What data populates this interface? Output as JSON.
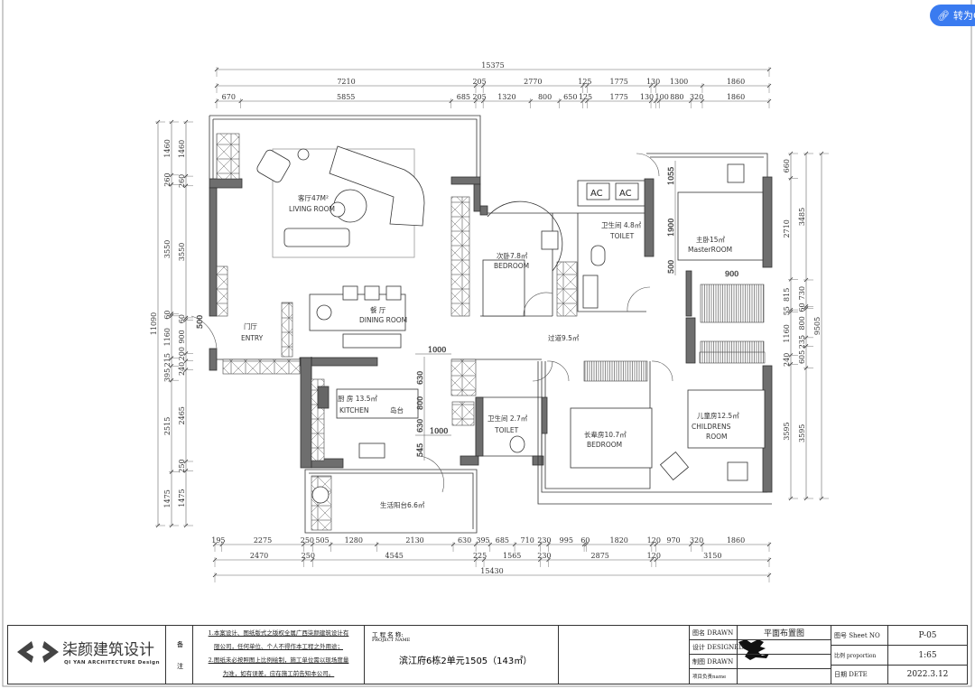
{
  "floating_button": {
    "label": "转为C",
    "icon": "link-icon",
    "color": "#3a7bf0"
  },
  "colors": {
    "wall": "#6e6e6e",
    "line": "#333333",
    "dim": "#555555"
  },
  "dims": {
    "top": [
      {
        "values": [
          "15375"
        ]
      },
      {
        "values": [
          "7210",
          "205",
          "2770",
          "125",
          "1775",
          "130",
          "1300",
          "1860"
        ]
      },
      {
        "values": [
          "670",
          "5855",
          "685",
          "205",
          "1320",
          "800",
          "650",
          "125",
          "1775",
          "130",
          "100",
          "880",
          "320",
          "1860"
        ]
      }
    ],
    "bottom": [
      {
        "values": [
          "195",
          "2275",
          "250",
          "505",
          "1280",
          "2130",
          "630",
          "395",
          "685",
          "710",
          "230",
          "995",
          "60",
          "1820",
          "120",
          "970",
          "320",
          "1860"
        ]
      },
      {
        "values": [
          "2470",
          "250",
          "4545",
          "225",
          "1565",
          "230",
          "2875",
          "120",
          "3150"
        ]
      },
      {
        "values": [
          "15430"
        ]
      }
    ],
    "left": [
      {
        "values": [
          "11090"
        ]
      },
      {
        "values": [
          "1460",
          "260",
          "3550",
          "60",
          "1160",
          "215",
          "395",
          "2515",
          "1475"
        ]
      },
      {
        "values": [
          "1460",
          "260",
          "3550",
          "60",
          "900",
          "200",
          "240",
          "2465",
          "250",
          "1475"
        ]
      }
    ],
    "right": [
      {
        "values": [
          "660",
          "2710",
          "815",
          "55",
          "1160",
          "240",
          "3595"
        ]
      },
      {
        "values": [
          "3485",
          "730",
          "60",
          "800",
          "235",
          "605",
          "3595"
        ]
      },
      {
        "values": [
          "9505"
        ]
      }
    ],
    "inner": {
      "k_w1": "1000",
      "k_a": "630",
      "k_b": "800",
      "k_c": "630",
      "k_w2": "1000",
      "k_d": "545",
      "m_a": "1055",
      "m_b": "1900",
      "m_c": "500",
      "m_d": "900",
      "entry_a": "500"
    }
  },
  "rooms": {
    "living": {
      "cn": "客厅47M²",
      "en": "LIVING ROOM"
    },
    "dining": {
      "cn": "餐 厅",
      "en": "DINING ROOM"
    },
    "entry": {
      "cn": "门厅",
      "en": "ENTRY"
    },
    "kitchen": {
      "cn": "厨 房 13.5㎡",
      "en": "KITCHEN"
    },
    "island": {
      "cn": "岛台"
    },
    "bedroom2": {
      "cn": "次卧7.8㎡",
      "en": "BEDROOM"
    },
    "toilet1": {
      "cn": "卫生间 4.8㎡",
      "en": "TOILET"
    },
    "master": {
      "cn": "主卧15㎡",
      "en": "MasterROOM"
    },
    "corridor": {
      "cn": "过道9.5㎡"
    },
    "toilet2": {
      "cn": "卫生间 2.7㎡",
      "en": "TOILET"
    },
    "elder": {
      "cn": "长辈房10.7㎡",
      "en": "BEDROOM"
    },
    "children": {
      "cn": "儿童房12.5㎡",
      "en": "CHILDRENS",
      "en2": "ROOM"
    },
    "balcony": {
      "cn": "生活阳台6.6㎡"
    },
    "ac1": "AC",
    "ac2": "AC"
  },
  "title_block": {
    "logo_cn": "柒颜建筑设计",
    "logo_en": "QI YAN ARCHITECTURE Design",
    "remarks_label_1": "备",
    "remarks_label_2": "注",
    "notes": [
      "1.本案设计、图纸版式之版权全属广西柒颜建筑设计有",
      "限公司，任何单位、个人不得作本工程之外用途；",
      "2.图纸未必按照图上比例绘制，施工单位需以现场度量",
      "为准，如有误差，应在施工前告知本公司。"
    ],
    "project_label_cn": "工 程 名 称:",
    "project_label_en": "PROJECT NAME",
    "project_name": "滨江府6栋2单元1505（143㎡）",
    "drawing_name_label": "图名 DRAWN",
    "drawing_name": "平面布置图",
    "designed_label": "设计 DESIGNED",
    "drawn_label": "制图 DRAWN",
    "manager_label": "项目负责name",
    "sheet_label": "图号 Sheet NO",
    "sheet_no": "P-05",
    "scale_label": "比例 proportion",
    "scale": "1:65",
    "date_label": "日期 DETE",
    "date": "2022.3.12"
  }
}
